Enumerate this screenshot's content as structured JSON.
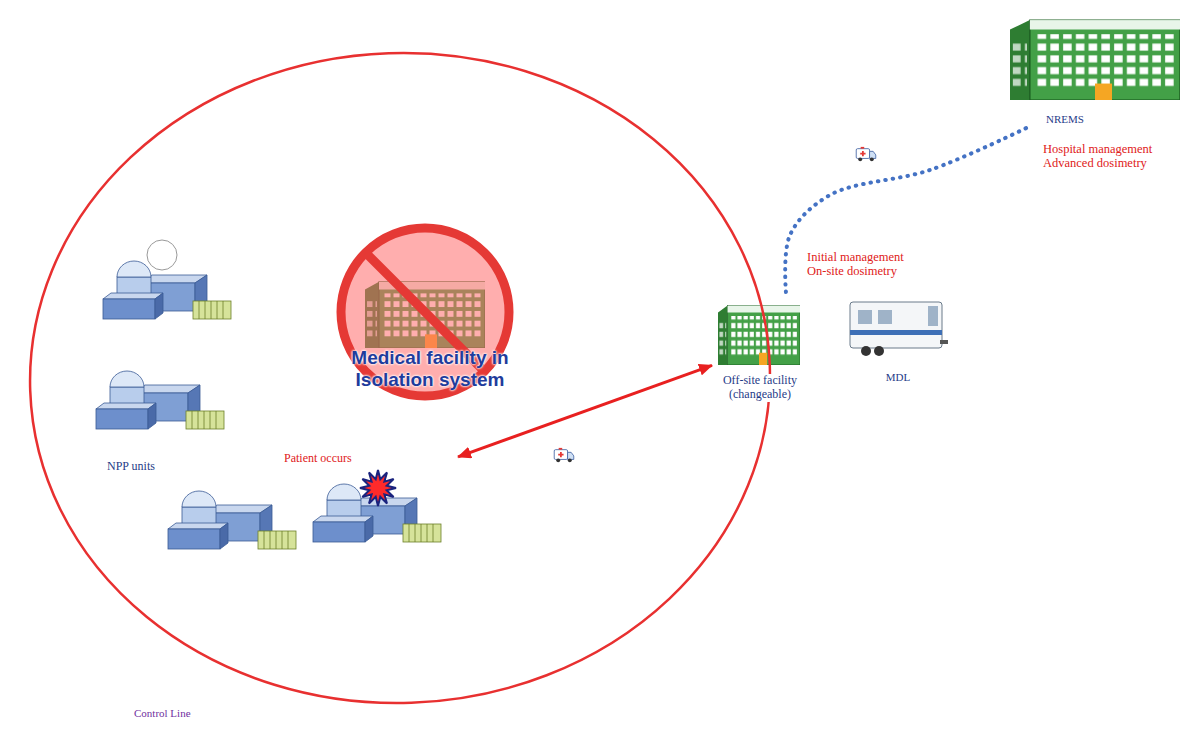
{
  "diagram": {
    "nodes": [
      {
        "text": [
          "Control Line"
        ]
      },
      {
        "text": [
          "NPP units"
        ],
        "in": 0
      },
      {
        "text": [
          "Medical facility in Isolation system"
        ],
        "in": 0
      },
      {
        "text": [
          "Patient occurs"
        ],
        "in": 0
      },
      {
        "text": [
          "Off-site facility (changeable)"
        ]
      },
      {
        "text": [
          "MDL"
        ]
      },
      {
        "text": [
          "NREMS"
        ]
      }
    ],
    "edges": [
      {
        "from": 3,
        "to": 4,
        "arrow": "both"
      },
      {
        "from": 4,
        "to": 6,
        "arrow": "none"
      }
    ],
    "labels": [
      "Initial management On-site dosimetry",
      "Hospital management Advanced dosimetry"
    ]
  }
}
